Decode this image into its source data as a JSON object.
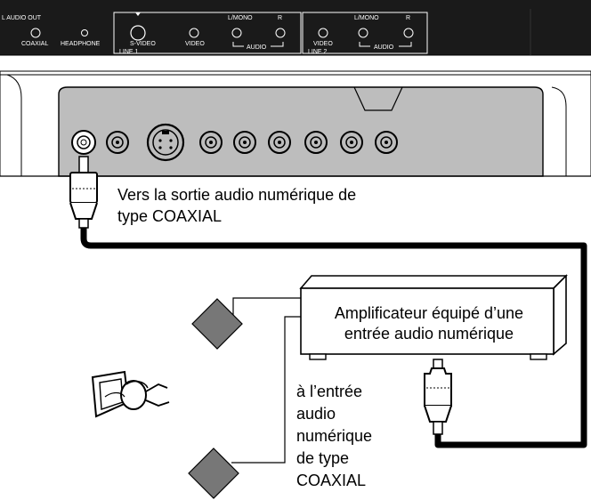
{
  "panel": {
    "audio_out": "L AUDIO OUT",
    "coaxial": "COAXIAL",
    "headphone": "HEADPHONE",
    "svideo": "S-VIDEO",
    "video1": "VIDEO",
    "lmono1": "L/MONO",
    "r1": "R",
    "audio1": "AUDIO",
    "line1": "LINE 1",
    "video2": "VIDEO",
    "lmono2": "L/MONO",
    "r2": "R",
    "audio2": "AUDIO",
    "line2": "LINE 2"
  },
  "labels": {
    "source_line1": "Vers la sortie audio numérique de",
    "source_line2": "type COAXIAL",
    "amp_line1": "Amplificateur équipé d’une",
    "amp_line2": "entrée audio numérique",
    "input_lines": [
      "à l’entrée",
      "audio",
      "numérique",
      "de type",
      "COAXIAL"
    ]
  },
  "colors": {
    "panel": "#1a1a1a",
    "device": "#bdbdbd",
    "speaker": "#777777",
    "cable": "#000000"
  }
}
